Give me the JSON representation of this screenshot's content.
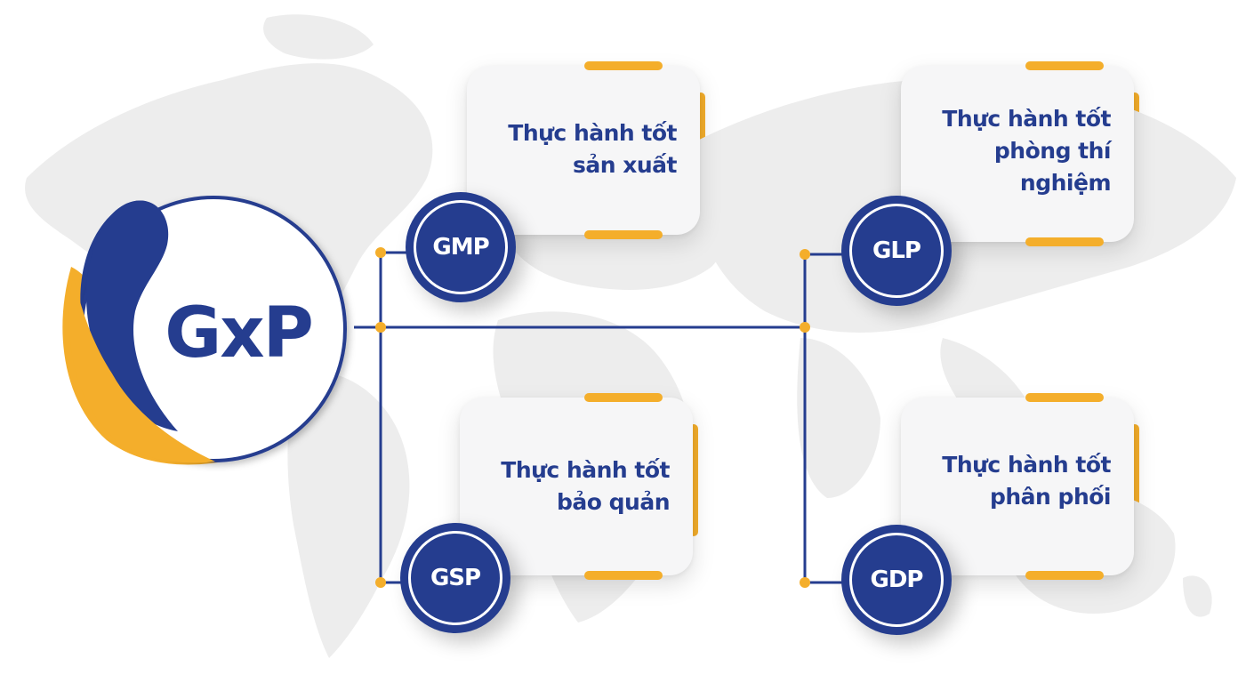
{
  "diagram": {
    "center": {
      "label": "GxP"
    },
    "nodes": [
      {
        "id": "gmp",
        "abbr": "GMP",
        "description_lines": [
          "Thực hành tốt",
          "sản xuất"
        ]
      },
      {
        "id": "glp",
        "abbr": "GLP",
        "description_lines": [
          "Thực hành tốt",
          "phòng thí",
          "nghiệm"
        ]
      },
      {
        "id": "gsp",
        "abbr": "GSP",
        "description_lines": [
          "Thực hành tốt",
          "bảo quản"
        ]
      },
      {
        "id": "gdp",
        "abbr": "GDP",
        "description_lines": [
          "Thực hành tốt",
          "phân phối"
        ]
      }
    ]
  },
  "colors": {
    "primary_blue": "#253d8f",
    "accent_yellow": "#f4ae2b",
    "card_bg": "#f6f6f7",
    "map_gray": "#ededed"
  }
}
